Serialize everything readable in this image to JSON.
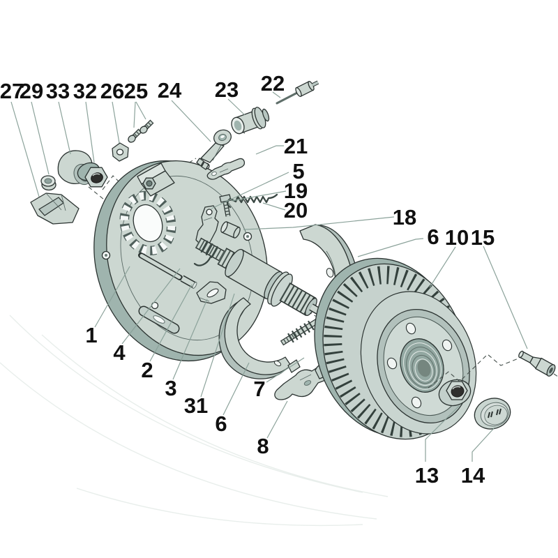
{
  "background": "#ffffff",
  "palette": {
    "part_fill": "#ccd7d1",
    "part_fill_mid": "#b7c6c1",
    "part_shadow": "#9fb4ae",
    "outline": "#2b3331",
    "leader_line": "#8ba29a",
    "label_color": "#101010"
  },
  "callouts": [
    {
      "number": "27"
    },
    {
      "number": "29"
    },
    {
      "number": "33"
    },
    {
      "number": "32"
    },
    {
      "number": "26"
    },
    {
      "number": "25"
    },
    {
      "number": "24"
    },
    {
      "number": "23"
    },
    {
      "number": "22"
    },
    {
      "number": "21"
    },
    {
      "number": "5"
    },
    {
      "number": "19"
    },
    {
      "number": "20"
    },
    {
      "number": "18"
    },
    {
      "number": "6"
    },
    {
      "number": "10"
    },
    {
      "number": "15"
    },
    {
      "number": "1"
    },
    {
      "number": "4"
    },
    {
      "number": "2"
    },
    {
      "number": "3"
    },
    {
      "number": "31"
    },
    {
      "number": "6"
    },
    {
      "number": "7"
    },
    {
      "number": "8"
    },
    {
      "number": "13"
    },
    {
      "number": "14"
    }
  ]
}
